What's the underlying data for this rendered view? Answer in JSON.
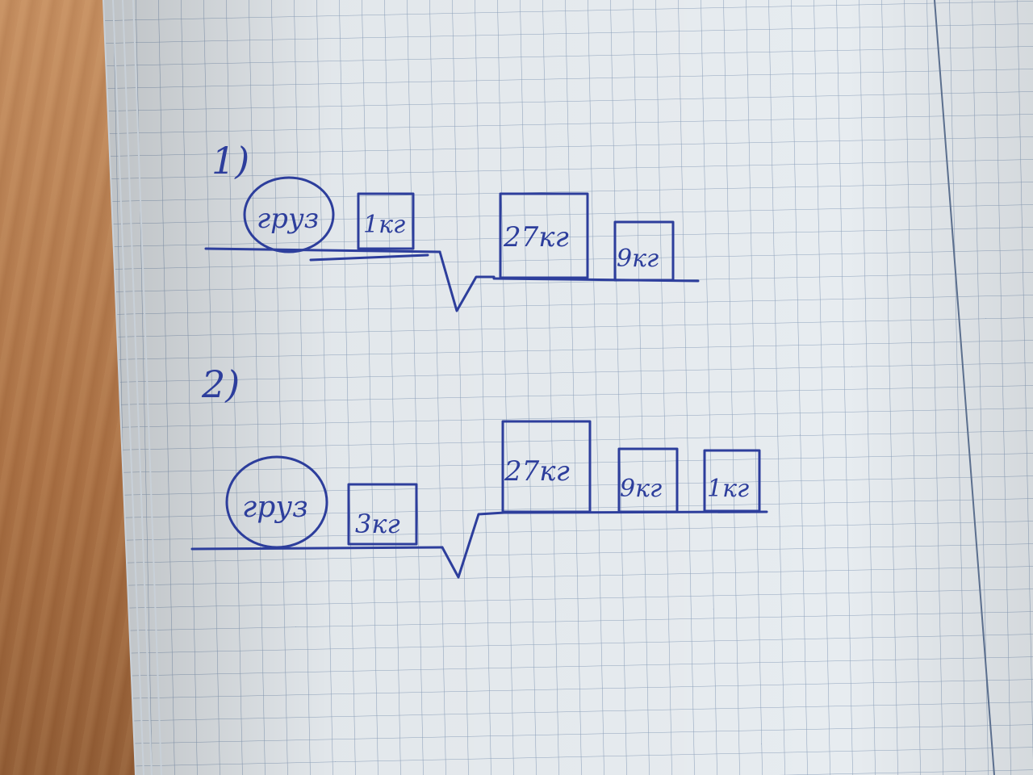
{
  "ink_color": "#2d3e9c",
  "paper_color": "#e9eef2",
  "grid_color": "#8fa3bd",
  "diagram_1": {
    "label": "1)",
    "load": "груз",
    "boxes": [
      "1кг",
      "27кг",
      "9кг"
    ]
  },
  "diagram_2": {
    "label": "2)",
    "load": "груз",
    "boxes": [
      "3кг",
      "27кг",
      "9кг",
      "1кг"
    ]
  }
}
